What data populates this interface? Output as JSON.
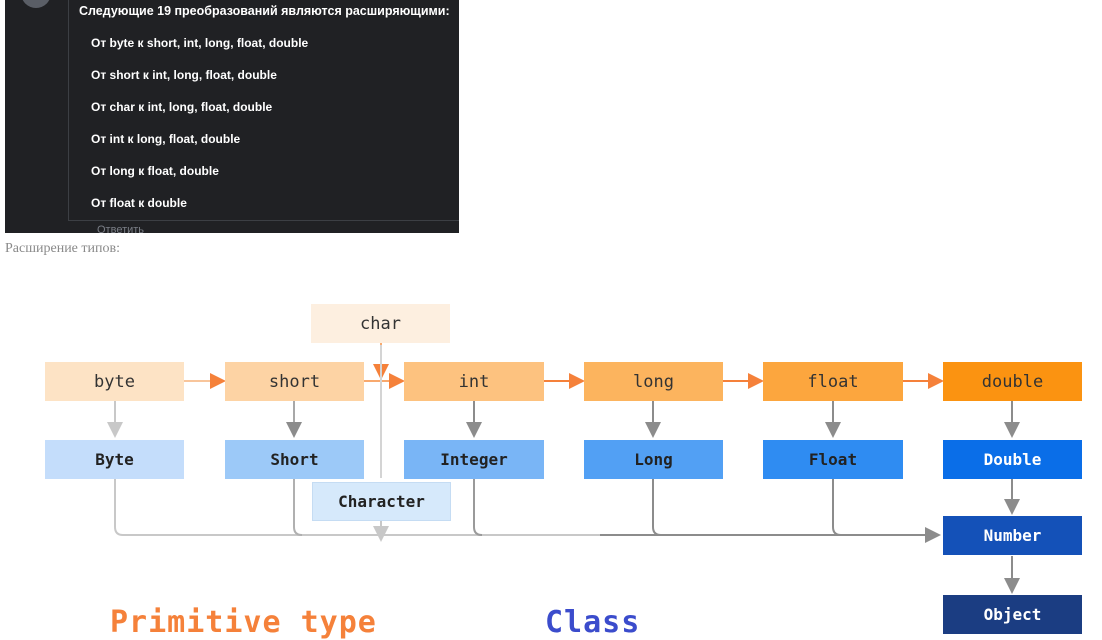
{
  "comment": {
    "title": "Следующие 19 преобразований являются расширяющими:",
    "items": [
      "От byte к short, int, long, float, double",
      "От short к int, long, float, double",
      "От char к int, long, float, double",
      "От int к long, float, double",
      "От long к float, double",
      "От float к double"
    ],
    "reply": "Ответить"
  },
  "caption": "Расширение типов:",
  "diagram": {
    "primitives": [
      "byte",
      "short",
      "char",
      "int",
      "long",
      "float",
      "double"
    ],
    "classes": [
      "Byte",
      "Short",
      "Character",
      "Integer",
      "Long",
      "Float",
      "Double",
      "Number",
      "Object"
    ],
    "legend": {
      "primitive": "Primitive type",
      "class": "Class"
    },
    "colors": {
      "primitive_arrow": "#f5813a",
      "class_arrow": "#8c8c8c",
      "primitive_text": "#f5813a",
      "class_text": "#3b4ccc"
    }
  }
}
